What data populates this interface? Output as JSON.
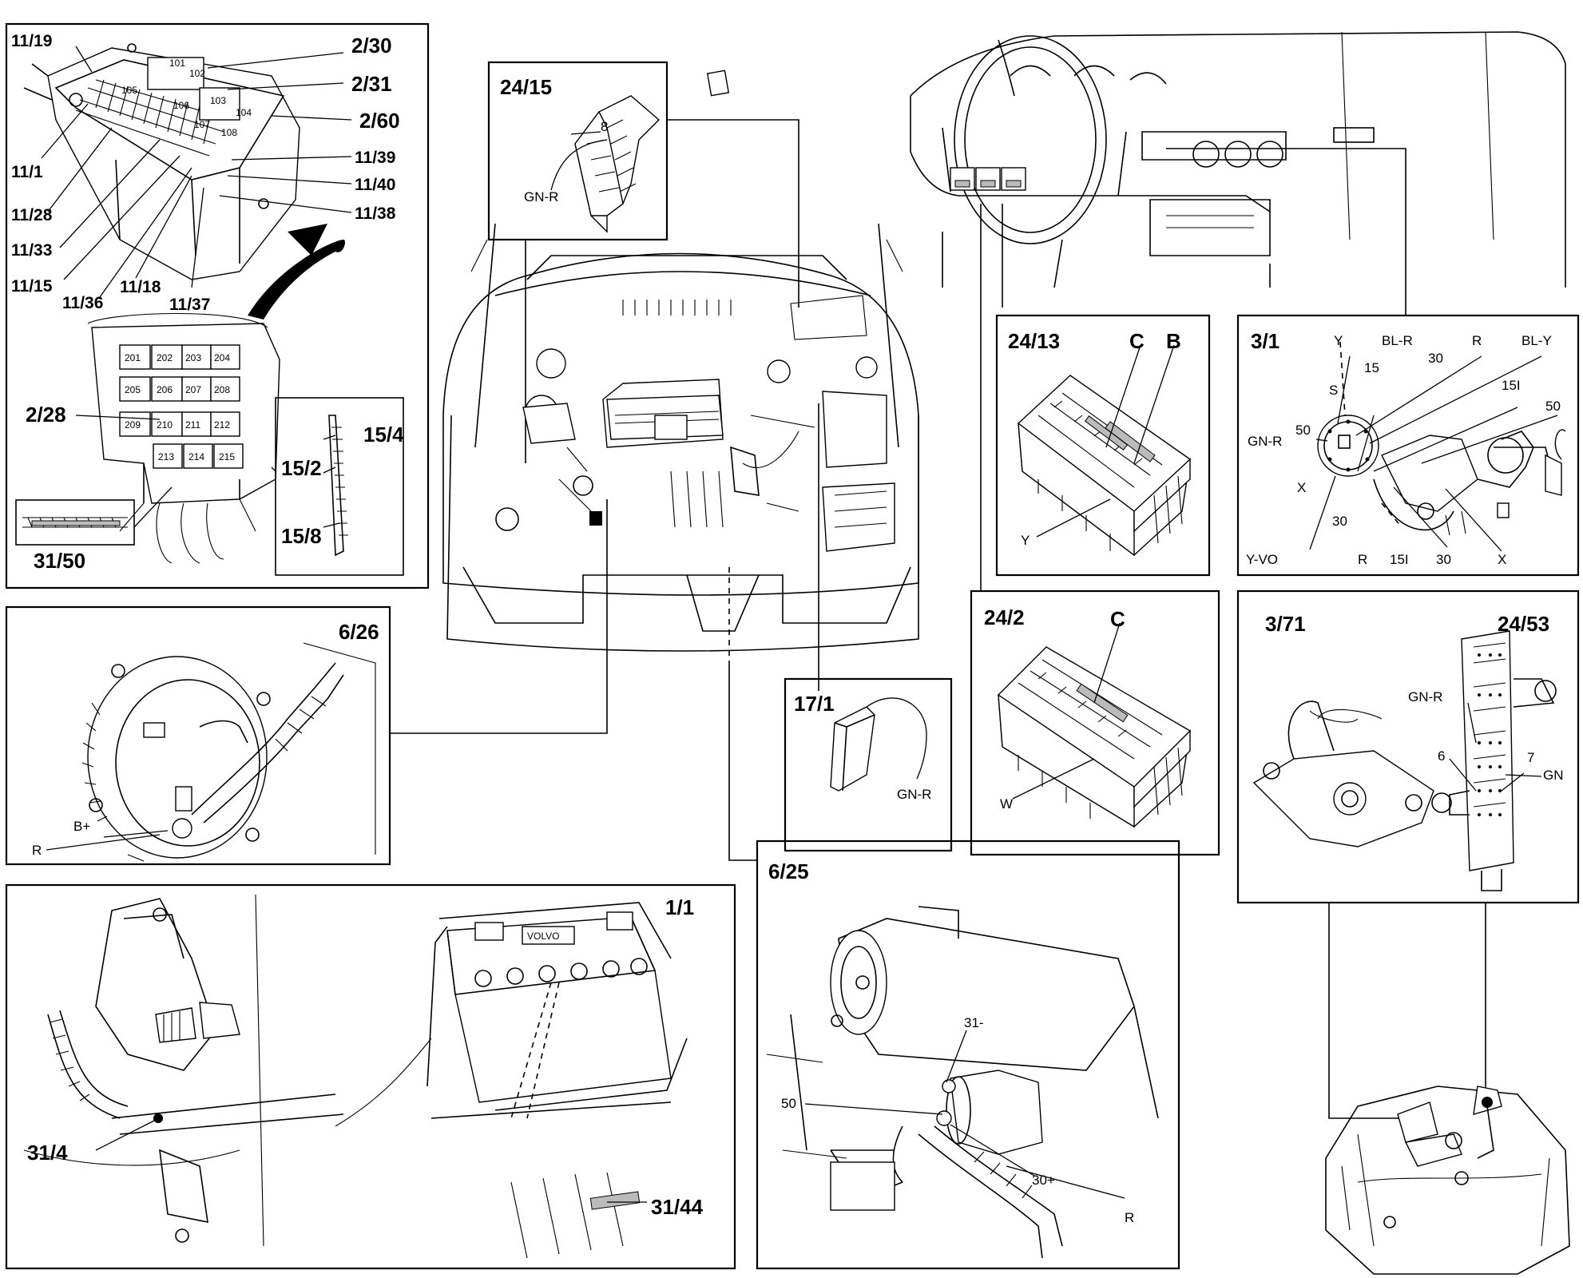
{
  "labels": {
    "l_11_19": "11/19",
    "l_2_30": "2/30",
    "l_2_31": "2/31",
    "l_2_60": "2/60",
    "l_11_1": "11/1",
    "l_11_39": "11/39",
    "l_11_40": "11/40",
    "l_11_38": "11/38",
    "l_11_28": "11/28",
    "l_11_33": "11/33",
    "l_11_15": "11/15",
    "l_11_36": "11/36",
    "l_11_18": "11/18",
    "l_11_37": "11/37",
    "l_2_28": "2/28",
    "l_15_4": "15/4",
    "l_15_2": "15/2",
    "l_15_8": "15/8",
    "l_31_50": "31/50",
    "l_24_15": "24/15",
    "l_8": "8",
    "l_gnr_2415": "GN-R",
    "l_24_13": "24/13",
    "l_c_2413": "C",
    "l_b_2413": "B",
    "l_y_2413": "Y",
    "l_3_1": "3/1",
    "l_y_31": "Y",
    "l_blr": "BL-R",
    "l_r_31a": "R",
    "l_bly": "BL-Y",
    "l_15": "15",
    "l_30a": "30",
    "l_s": "S",
    "l_15i_a": "15I",
    "l_gnr_31": "GN-R",
    "l_50a": "50",
    "l_50b": "50",
    "l_x_a": "X",
    "l_30b": "30",
    "l_yvo": "Y-VO",
    "l_r_31b": "R",
    "l_15i_b": "15I",
    "l_30c": "30",
    "l_x_b": "X",
    "l_24_2": "24/2",
    "l_c_242": "C",
    "l_w": "W",
    "l_3_71": "3/71",
    "l_24_53": "24/53",
    "l_gnr_2453": "GN-R",
    "l_6": "6",
    "l_7": "7",
    "l_gn": "GN",
    "l_6_26": "6/26",
    "l_bplus": "B+",
    "l_r_626": "R",
    "l_17_1": "17/1",
    "l_gnr_171": "GN-R",
    "l_1_1": "1/1",
    "l_31_4": "31/4",
    "l_31_44": "31/44",
    "l_volvo": "VOLVO",
    "l_6_25": "6/25",
    "l_31minus": "31-",
    "l_50c": "50",
    "l_30plus": "30+",
    "l_r_625": "R"
  },
  "fuses_top": [
    "101",
    "102",
    "103",
    "104",
    "105",
    "106",
    "107",
    "108"
  ],
  "fuses_relay": [
    "201",
    "202",
    "203",
    "204",
    "205",
    "206",
    "207",
    "208",
    "209",
    "210",
    "211",
    "212",
    "213",
    "214",
    "215"
  ]
}
